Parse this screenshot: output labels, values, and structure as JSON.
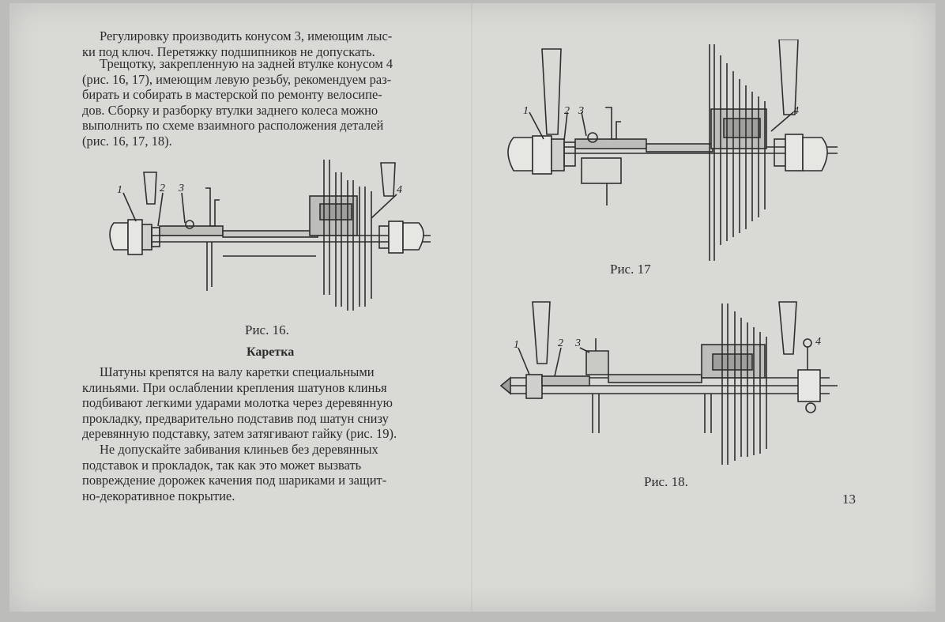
{
  "left_column": {
    "paragraph_1": [
      "Регулировку производить конусом 3, имеющим лыс-",
      "ки под ключ. Перетяжку подшипников не допускать."
    ],
    "paragraph_2": [
      "Трещотку, закрепленную на задней втулке конусом 4",
      "(рис. 16, 17), имеющим левую резьбу, рекомендуем раз-",
      "бирать и собирать в мастерской по ремонту велосипе-",
      "дов. Сборку и разборку втулки заднего колеса можно",
      "выполнить по схеме взаимного расположения деталей",
      "(рис. 16, 17, 18)."
    ],
    "figure_16_caption": "Рис. 16.",
    "section_heading": "Каретка",
    "paragraph_3": [
      "Шатуны крепятся на валу каретки специальными",
      "клиньями. При ослаблении крепления шатунов клинья",
      "подбивают легкими ударами молотка через деревянную",
      "прокладку, предварительно подставив под шатун снизу",
      "деревянную подставку, затем затягивают гайку (рис. 19)."
    ],
    "paragraph_4": [
      "Не допускайте забивания клиньев без деревянных",
      "подставок и прокладок, так как это может вызвать",
      "повреждение дорожек качения под шариками и защит-",
      "но-декоративное покрытие."
    ]
  },
  "right_column": {
    "figure_17_caption": "Рис. 17",
    "figure_18_caption": "Рис. 18.",
    "page_number": "13"
  },
  "figure_labels": {
    "n1": "1",
    "n2": "2",
    "n3": "3",
    "n4": "4"
  },
  "colors": {
    "paper": "#d9d9d6",
    "ink": "#2b2b2b"
  }
}
